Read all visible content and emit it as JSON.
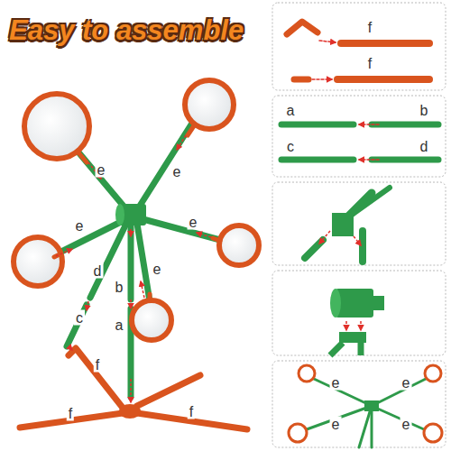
{
  "diagram": {
    "title": "Easy to assemble",
    "labels": [
      "e",
      "e",
      "e",
      "e",
      "d",
      "e",
      "c",
      "b",
      "a",
      "f",
      "f",
      "f",
      "f",
      "f",
      "a",
      "b",
      "c",
      "d",
      "e",
      "e",
      "e",
      "e"
    ]
  }
}
